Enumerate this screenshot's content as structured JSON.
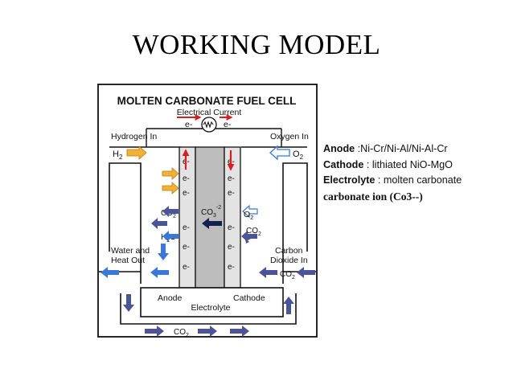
{
  "slide": {
    "title": "WORKING MODEL"
  },
  "diagram": {
    "title": "MOLTEN CARBONATE FUEL CELL",
    "electrical_current": "Electrical Current",
    "electron": "e-",
    "hydrogen_in": "Hydrogen In",
    "oxygen_in": "Oxygen In",
    "h2": "H",
    "o2": "O",
    "sub2": "2",
    "co": "CO",
    "co3": "CO",
    "sub3": "3",
    "sup_minus2": "-2",
    "h2o_h": "H",
    "h2o_o": "O",
    "water_heat_out_1": "Water and",
    "water_heat_out_2": "Heat Out",
    "carbon_dioxide_in_1": "Carbon",
    "carbon_dioxide_in_2": "Dioxide In",
    "anode": "Anode",
    "cathode": "Cathode",
    "electrolyte": "Electrolyte",
    "colors": {
      "red_arrow": "#d42020",
      "yellow_arrow": "#f2b233",
      "blue_arrow": "#3a78d8",
      "navy_arrow": "#4c5396",
      "electrolyte_fill": "#bdbdbd",
      "electrode_fill": "#e3e3e3"
    }
  },
  "notes": {
    "anode_label": "Anode",
    "anode_value": " :Ni-Cr/Ni-Al/Ni-Al-Cr",
    "cathode_label": "Cathode",
    "cathode_value": " : lithiated NiO-MgO",
    "electrolyte_label": "Electrolyte",
    "electrolyte_value": " : molten carbonate",
    "carbonate_ion": "carbonate ion (Co3--)"
  }
}
